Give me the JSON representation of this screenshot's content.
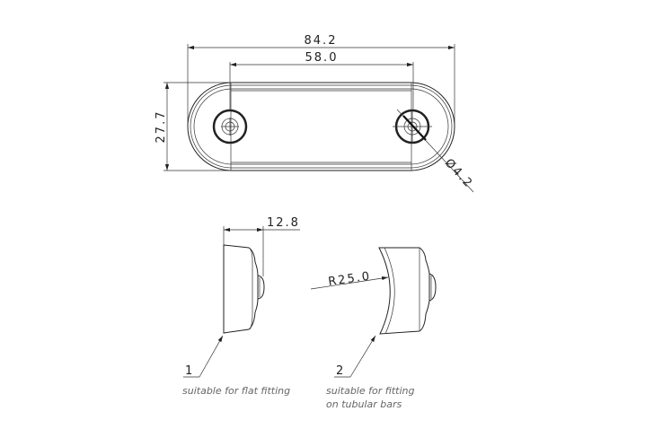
{
  "dimensions": {
    "overall_length": "84.2",
    "hole_spacing": "58.0",
    "height": "27.7",
    "hole_diameter": "Ø4.2",
    "depth": "12.8",
    "radius": "R25.0"
  },
  "variants": [
    {
      "number": "1",
      "description": [
        "suitable for flat fitting"
      ]
    },
    {
      "number": "2",
      "description": [
        "suitable for fitting",
        "on tubular bars"
      ]
    }
  ]
}
